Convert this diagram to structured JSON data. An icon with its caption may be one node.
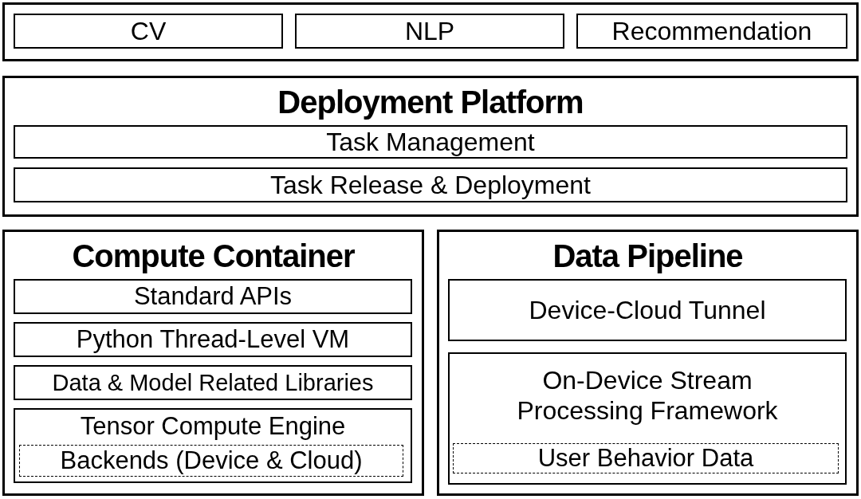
{
  "diagram": {
    "nodes": [
      {
        "text": [],
        "shape": "box"
      },
      {
        "text": [
          "CV"
        ],
        "in": 0
      },
      {
        "text": [
          "NLP"
        ],
        "in": 0
      },
      {
        "text": [
          "Recommendation"
        ],
        "in": 0
      },
      {
        "text": [
          "Deployment Platform"
        ]
      },
      {
        "text": [
          "Task Management"
        ],
        "in": 4
      },
      {
        "text": [
          "Task Release & Deployment"
        ],
        "in": 4
      },
      {
        "text": [
          "Compute Container"
        ]
      },
      {
        "text": [
          "Standard APIs"
        ],
        "in": 7
      },
      {
        "text": [
          "Python Thread-Level VM"
        ],
        "in": 7
      },
      {
        "text": [
          "Data & Model Related Libraries"
        ],
        "in": 7
      },
      {
        "text": [
          "Tensor Compute Engine"
        ],
        "in": 7
      },
      {
        "text": [
          "Backends (Device & Cloud)"
        ],
        "in": 11
      },
      {
        "text": [
          "Data Pipeline"
        ]
      },
      {
        "text": [
          "Device-Cloud Tunnel"
        ],
        "in": 13
      },
      {
        "text": [
          "On-Device Stream Processing Framework"
        ],
        "in": 13
      },
      {
        "text": [
          "User Behavior Data"
        ],
        "in": 15
      }
    ],
    "edges": []
  }
}
